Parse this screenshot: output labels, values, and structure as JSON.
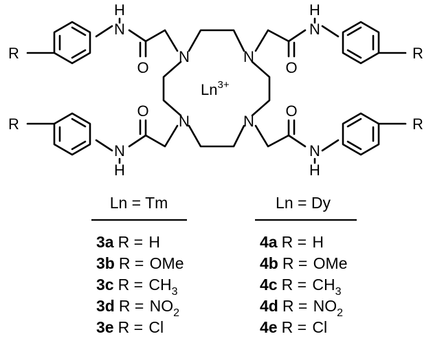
{
  "structure": {
    "atoms": {
      "N": "N",
      "H": "H",
      "O": "O",
      "R": "R"
    },
    "center": {
      "symbol": "Ln",
      "charge": "3+"
    }
  },
  "tables": [
    {
      "header": "Ln = Tm",
      "rows": [
        {
          "id": "3a",
          "lhs": "R = ",
          "value": "H",
          "subscript": ""
        },
        {
          "id": "3b",
          "lhs": "R = ",
          "value": "OMe",
          "subscript": ""
        },
        {
          "id": "3c",
          "lhs": "R = ",
          "value": "CH",
          "subscript": "3"
        },
        {
          "id": "3d",
          "lhs": "R = ",
          "value": "NO",
          "subscript": "2"
        },
        {
          "id": "3e",
          "lhs": "R = ",
          "value": "Cl",
          "subscript": ""
        }
      ]
    },
    {
      "header": "Ln = Dy",
      "rows": [
        {
          "id": "4a",
          "lhs": "R = ",
          "value": "H",
          "subscript": ""
        },
        {
          "id": "4b",
          "lhs": "R = ",
          "value": "OMe",
          "subscript": ""
        },
        {
          "id": "4c",
          "lhs": "R = ",
          "value": "CH",
          "subscript": "3"
        },
        {
          "id": "4d",
          "lhs": "R = ",
          "value": "NO",
          "subscript": "2"
        },
        {
          "id": "4e",
          "lhs": "R = ",
          "value": "Cl",
          "subscript": ""
        }
      ]
    }
  ]
}
